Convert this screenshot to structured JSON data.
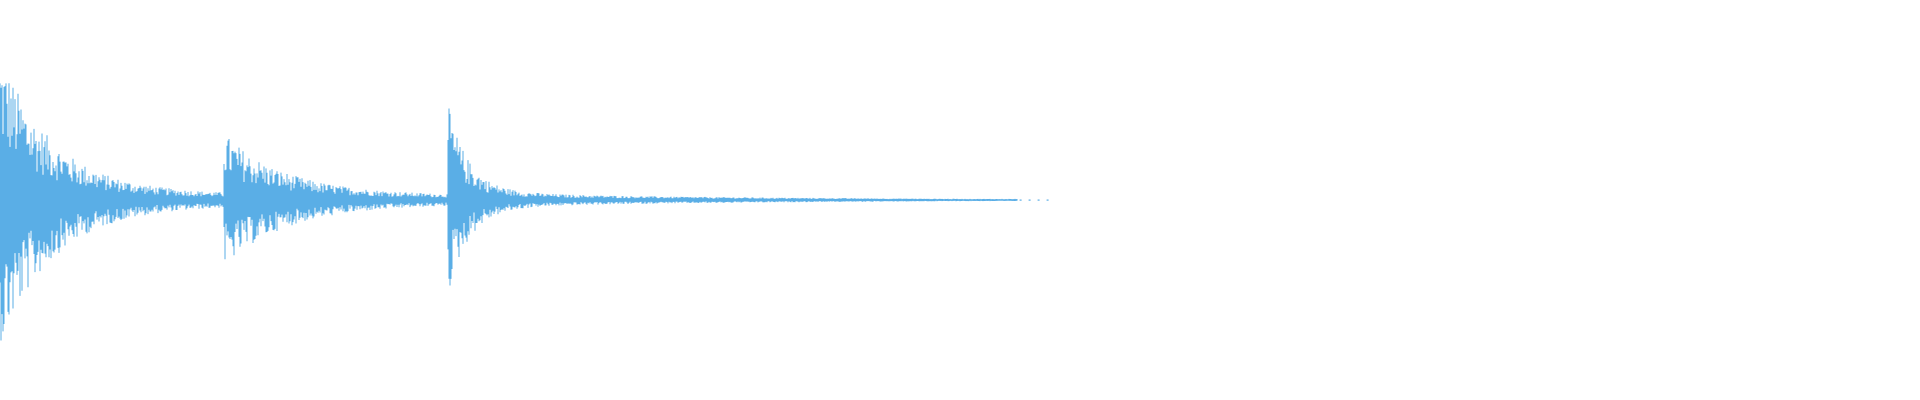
{
  "waveform": {
    "color": "#5aaee6",
    "background": "#ffffff",
    "visible_fraction": 0.53,
    "onsets": [
      {
        "at": 0.0,
        "peak": 0.98,
        "decay": 0.05,
        "tail": 0.05
      },
      {
        "at": 0.22,
        "peak": 0.38,
        "decay": 0.055,
        "tail": 0.05
      },
      {
        "at": 0.44,
        "peak": 0.62,
        "decay": 0.02,
        "tail": 0.03
      }
    ],
    "dots_at": [
      0.975,
      0.983,
      0.991,
      1.0
    ]
  }
}
